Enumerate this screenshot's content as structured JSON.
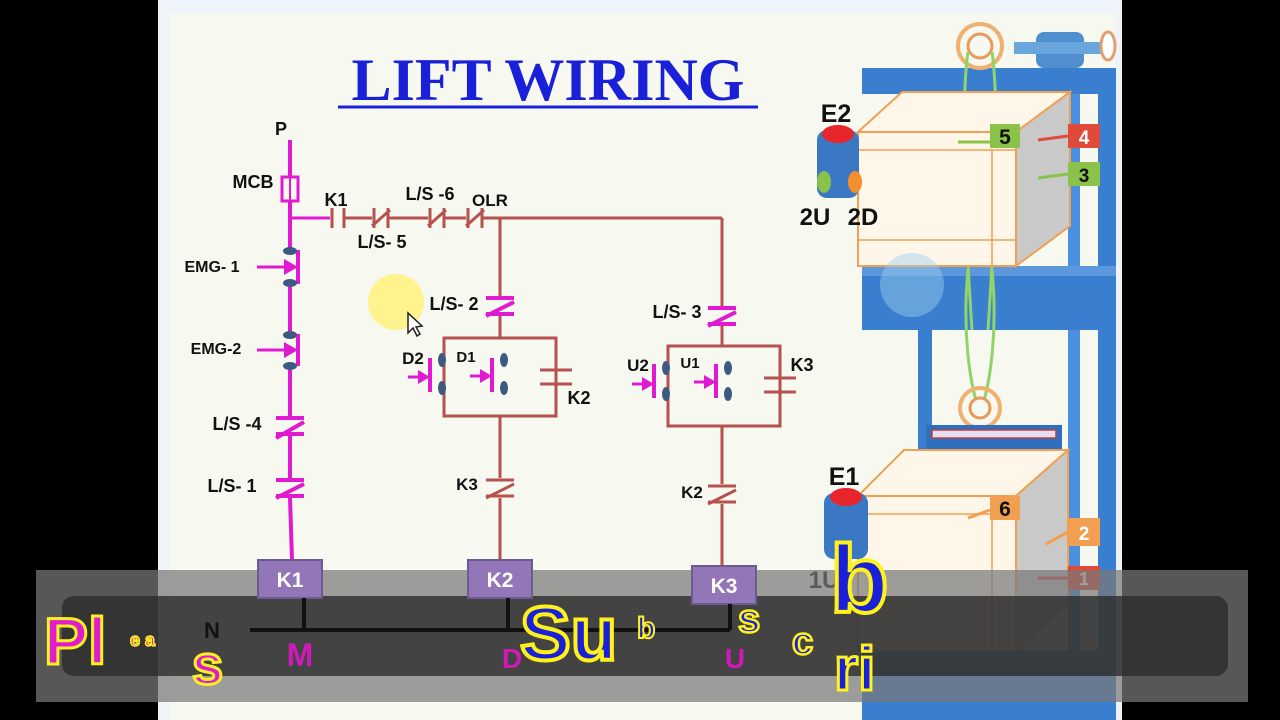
{
  "title": "LIFT WIRING",
  "control_circuit": {
    "supply_label": "P",
    "neutral_label": "N",
    "mcb_label": "MCB",
    "k1_contact_label": "K1",
    "ls6_label": "L/S -6",
    "ls5_label": "L/S- 5",
    "olr_label": "OLR",
    "emg1_label": "EMG- 1",
    "emg2_label": "EMG-2",
    "ls4_label": "L/S -4",
    "ls1_label": "L/S- 1",
    "ls2_label": "L/S- 2",
    "ls3_label": "L/S- 3",
    "d2_label": "D2",
    "d1_label": "D1",
    "k2_holding_label": "K2",
    "u2_label": "U2",
    "u1_label": "U1",
    "k3_holding_label": "K3",
    "k3_interlock_label": "K3",
    "k2_interlock_label": "K2",
    "coil_k1": "K1",
    "coil_k2": "K2",
    "coil_k3": "K3",
    "m_label": "M",
    "d_label": "D",
    "u_label": "U"
  },
  "lift_model": {
    "e2_label": "E2",
    "e1_label": "E1",
    "button_2u": "2U",
    "button_2d": "2D",
    "button_1u": "1U",
    "floor_5": "5",
    "floor_4": "4",
    "floor_3": "3",
    "floor_6": "6",
    "floor_2": "2",
    "floor_1": "1"
  },
  "overlay": {
    "please_pl": "Pl",
    "please_ea": "e a",
    "please_s": "s",
    "subscribe_su": "Su",
    "subscribe_b": "b",
    "subscribe_s": "s",
    "subscribe_c": "c",
    "subscribe_big_b": "b",
    "subscribe_ri": "ri"
  },
  "colors": {
    "magenta_wire": "#e01ad0",
    "brown_wire": "#b5524f",
    "title_blue": "#1a1fd8",
    "coil_purple": "#9276b8",
    "frame_blue": "#3a7ed0",
    "subscribe_yellow": "#fff21a"
  }
}
